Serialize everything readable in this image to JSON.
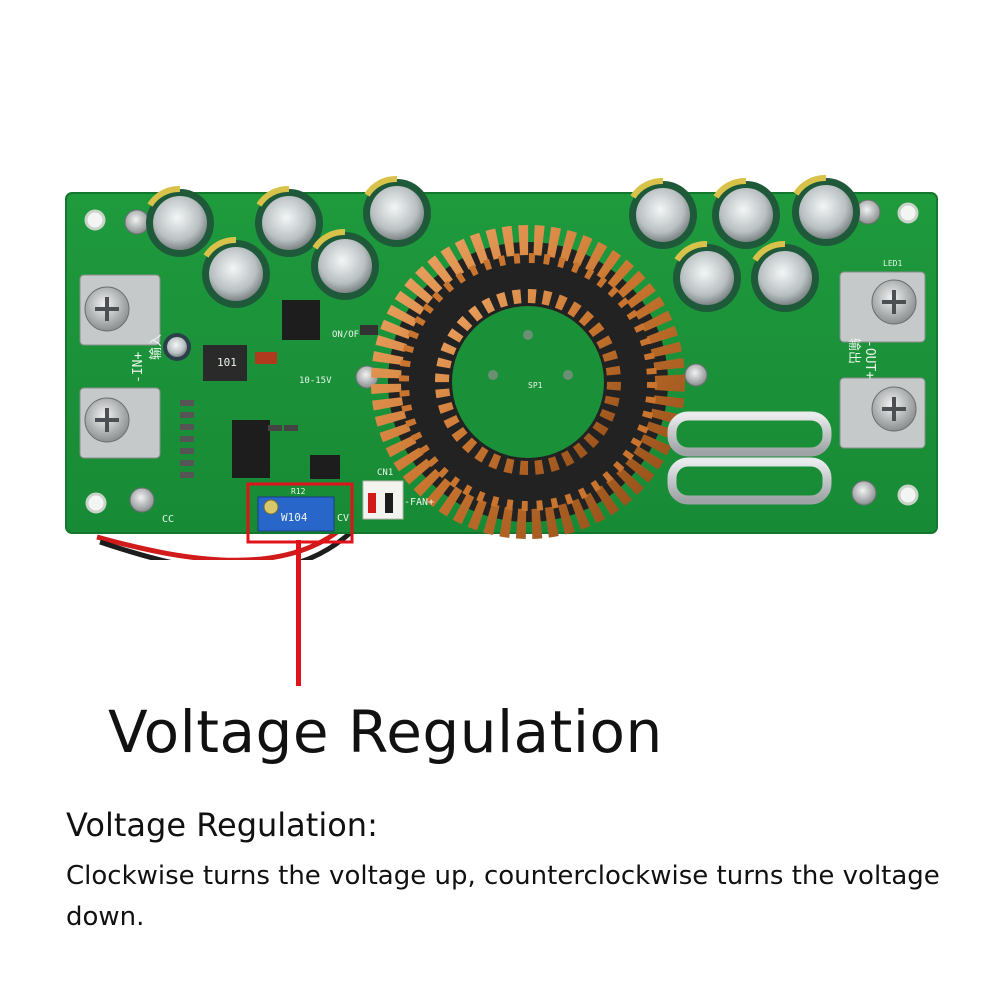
{
  "figure": {
    "headline": "Voltage Regulation",
    "subheading": "Voltage Regulation:",
    "description": "Clockwise turns the voltage up, counterclockwise turns the voltage down.",
    "highlight_color": "#e0121a"
  },
  "board_silkscreen": {
    "input_label": "-IN+",
    "input_cn": "输入",
    "output_label": "-OUT+",
    "output_cn": "输出",
    "fan_label": "-FAN+",
    "fan_connector": "CN1",
    "pot_marking": "W104",
    "cv_label": "CV",
    "cc_label": "CC",
    "range_label": "10-15V",
    "onoff_label": "ON/OF",
    "inductor_marking": "101",
    "led_label": "LED1",
    "sp_label": "SP1",
    "r12_label": "R12"
  }
}
